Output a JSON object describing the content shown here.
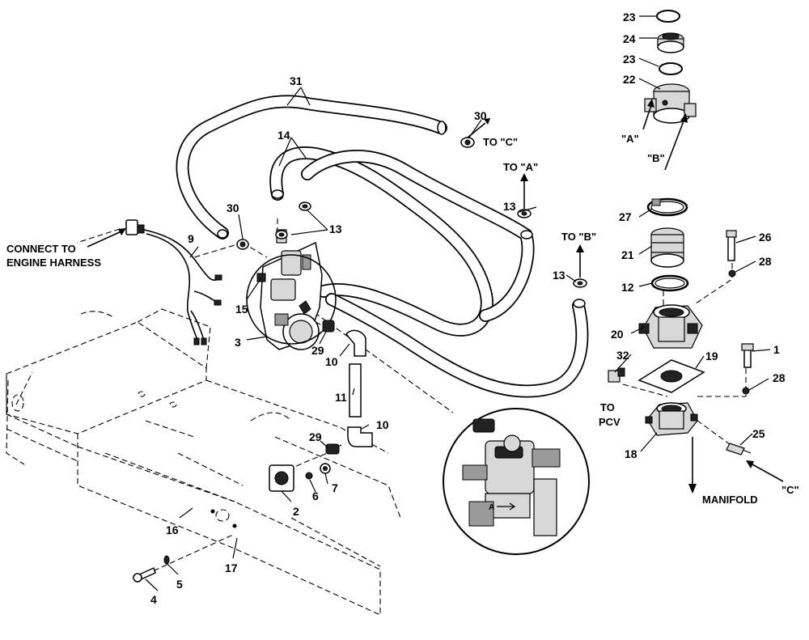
{
  "callouts": {
    "c1": "1",
    "c2": "2",
    "c3": "3",
    "c4": "4",
    "c5": "5",
    "c6": "6",
    "c7": "7",
    "c9": "9",
    "c10a": "10",
    "c10b": "10",
    "c11": "11",
    "c12": "12",
    "c13a": "13",
    "c13b": "13",
    "c13c": "13",
    "c14": "14",
    "c15": "15",
    "c16": "16",
    "c17": "17",
    "c18": "18",
    "c19": "19",
    "c20": "20",
    "c21": "21",
    "c22": "22",
    "c23a": "23",
    "c23b": "23",
    "c24": "24",
    "c25": "25",
    "c26": "26",
    "c27": "27",
    "c28a": "28",
    "c28b": "28",
    "c29a": "29",
    "c29b": "29",
    "c30a": "30",
    "c30b": "30",
    "c31": "31",
    "c32": "32"
  },
  "labels": {
    "connect_line1": "CONNECT TO",
    "connect_line2": "ENGINE HARNESS",
    "to_c": "TO \"C\"",
    "to_a": "TO \"A\"",
    "to_b": "TO \"B\"",
    "to_pcv_line1": "TO",
    "to_pcv_line2": "PCV",
    "manifold": "MANIFOLD",
    "port_a": "\"A\"",
    "port_b": "\"B\"",
    "port_c": "\"C\"",
    "valve_marking": "A"
  }
}
